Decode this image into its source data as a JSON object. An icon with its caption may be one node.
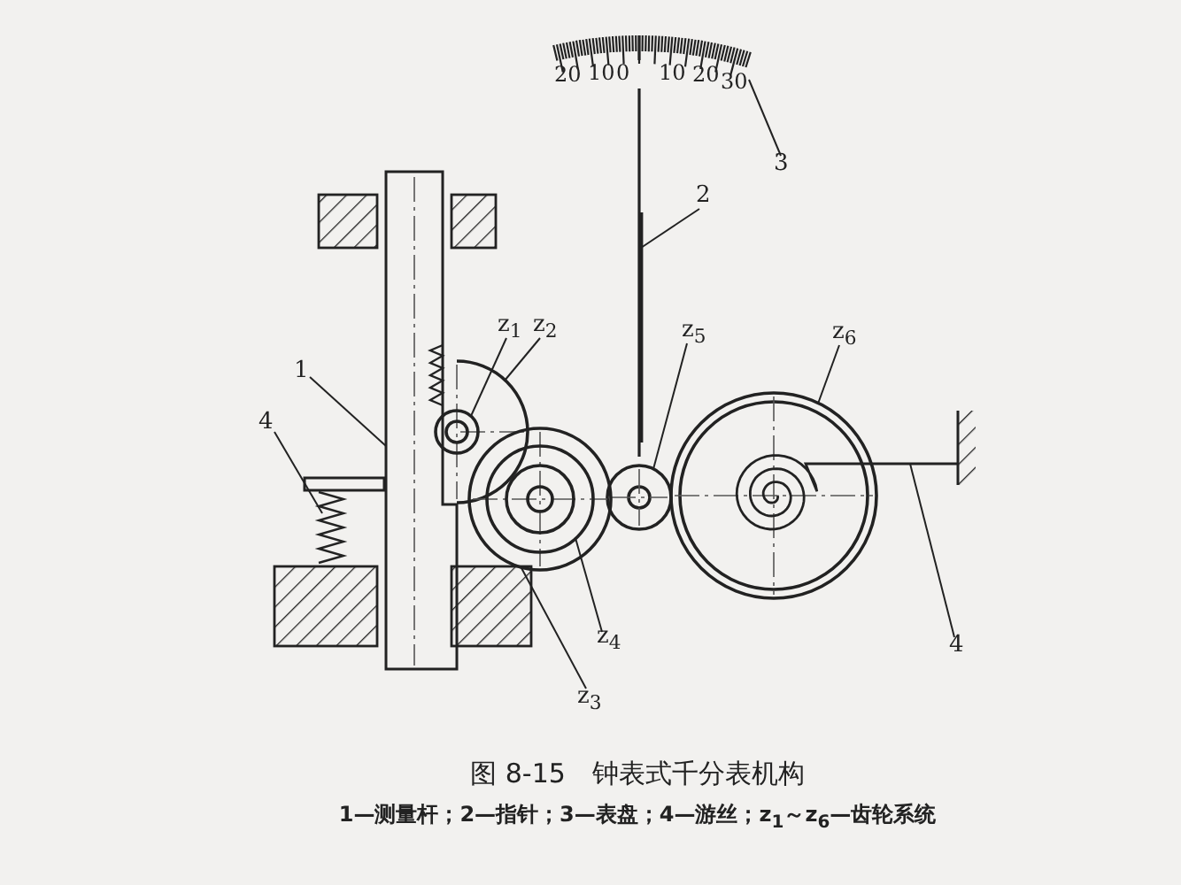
{
  "diagram": {
    "title": "图 8-15　钟表式千分表机构",
    "caption": "1—测量杆；2—指针；3—表盘；4—游丝；z$_{1}$～z$_{6}$—齿轮系统",
    "nodes": [
      {
        "text": [
          "3"
        ]
      },
      {
        "text": [
          "2"
        ]
      },
      {
        "text": [
          "z$_{1}$"
        ]
      },
      {
        "text": [
          "z$_{2}$"
        ]
      },
      {
        "text": [
          "z$_{5}$"
        ]
      },
      {
        "text": [
          "z$_{6}$"
        ]
      },
      {
        "text": [
          "1"
        ]
      },
      {
        "text": [
          "4"
        ]
      },
      {
        "text": [
          "z$_{4}$"
        ]
      },
      {
        "text": [
          "4"
        ]
      },
      {
        "text": [
          "z$_{3}$"
        ]
      },
      {
        "text": [],
        "shape": "picture"
      },
      {
        "text": [],
        "shape": "picture"
      },
      {
        "text": [],
        "shape": "circle",
        "in": 14
      },
      {
        "text": [],
        "shape": "circle"
      },
      {
        "text": [],
        "shape": "circle"
      },
      {
        "text": [],
        "shape": "circle"
      },
      {
        "text": [],
        "shape": "picture"
      },
      {
        "text": [],
        "shape": "picture"
      },
      {
        "text": [],
        "shape": "circle",
        "in": 21
      },
      {
        "text": [],
        "shape": "picture"
      },
      {
        "text": [],
        "shape": "circle"
      }
    ],
    "edges": [
      {
        "from": 0,
        "to": 11,
        "arrow": "none"
      },
      {
        "from": 1,
        "to": 12,
        "arrow": "none"
      },
      {
        "from": 2,
        "to": 13,
        "arrow": "none"
      },
      {
        "from": 3,
        "to": 14,
        "arrow": "none"
      },
      {
        "from": 4,
        "to": 15,
        "arrow": "none"
      },
      {
        "from": 5,
        "to": 16,
        "arrow": "none"
      },
      {
        "from": 6,
        "to": 17,
        "arrow": "none"
      },
      {
        "from": 7,
        "to": 18,
        "arrow": "none"
      },
      {
        "from": 8,
        "to": 19,
        "arrow": "none"
      },
      {
        "from": 9,
        "to": 20,
        "arrow": "none"
      },
      {
        "from": 10,
        "to": 21,
        "arrow": "none"
      }
    ],
    "labels": [
      "20",
      "10",
      "0",
      "10",
      "20",
      "30"
    ]
  }
}
